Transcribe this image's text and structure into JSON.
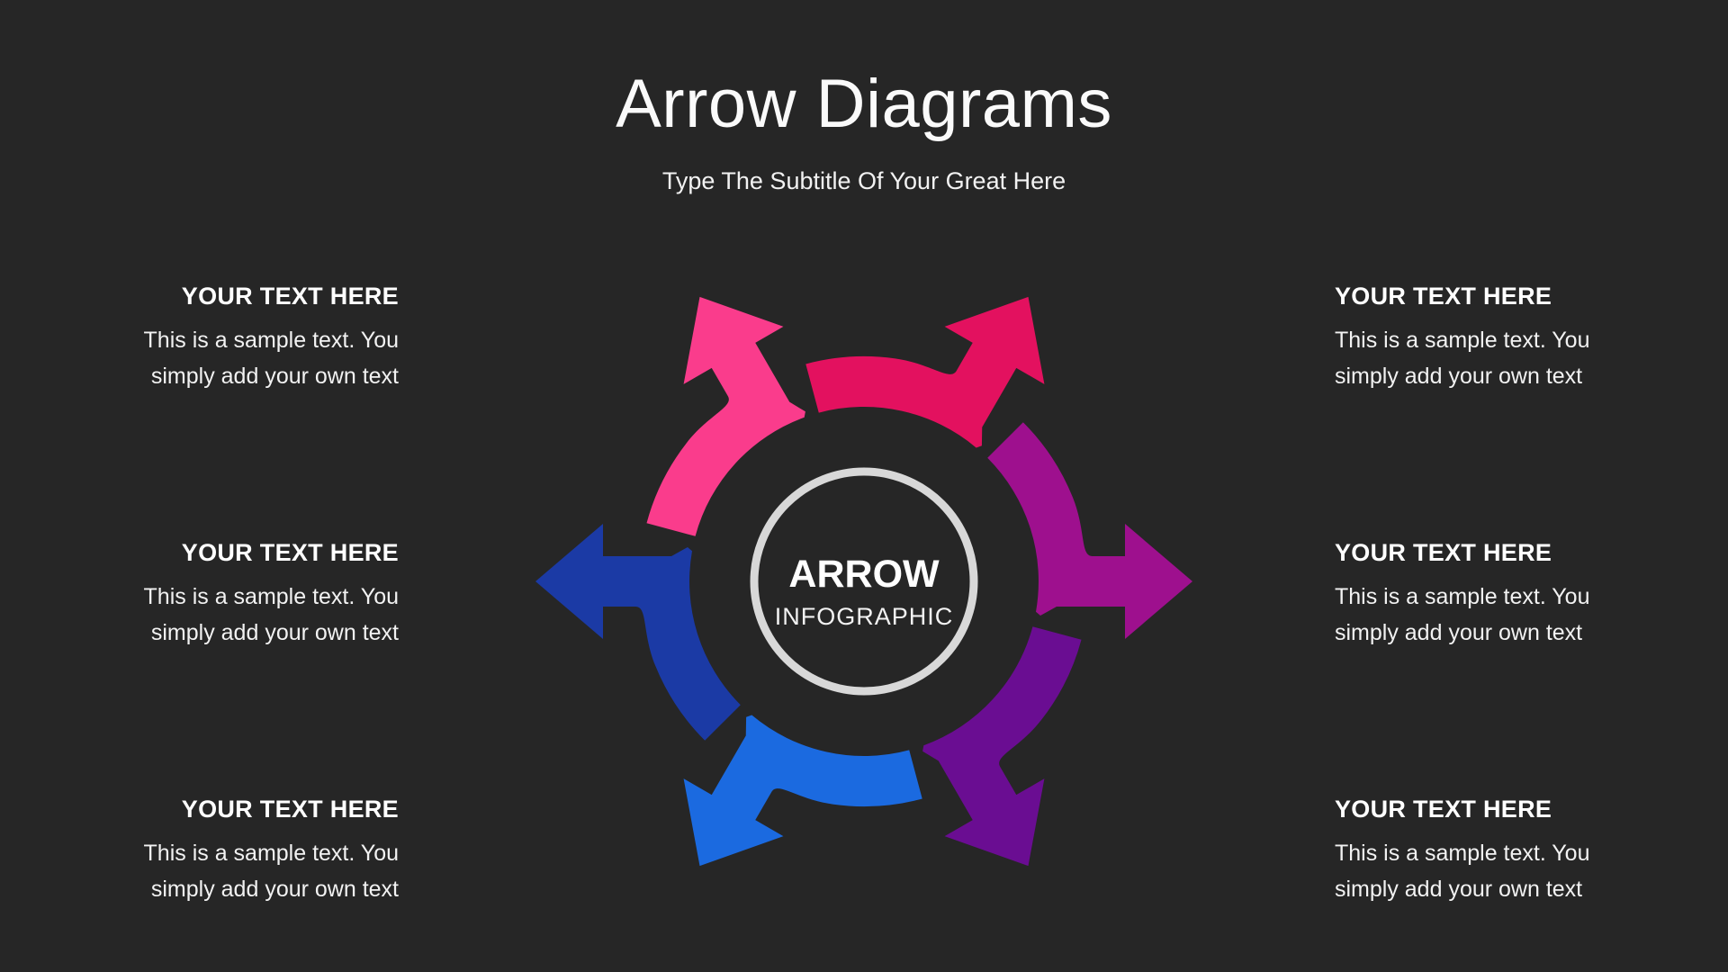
{
  "slide": {
    "background_color": "#262626",
    "title": "Arrow Diagrams",
    "subtitle": "Type The Subtitle Of Your Great Here"
  },
  "diagram": {
    "center_label_primary": "ARROW",
    "center_label_secondary": "INFOGRAPHIC",
    "ring_color": "#D8D8D8",
    "arrows": [
      {
        "position": "top-left",
        "points": "up-left",
        "color": "#FA3C8C"
      },
      {
        "position": "top-right",
        "points": "up-right",
        "color": "#E3115F"
      },
      {
        "position": "right",
        "points": "right",
        "color": "#9E108E"
      },
      {
        "position": "bottom-right",
        "points": "down-right",
        "color": "#6A0D92"
      },
      {
        "position": "bottom-left",
        "points": "down-left",
        "color": "#1B6AE0"
      },
      {
        "position": "left",
        "points": "left",
        "color": "#1B3AA5"
      }
    ]
  },
  "sections": {
    "left": [
      {
        "heading": "YOUR TEXT HERE",
        "body": "This is a sample text. You\nsimply add your own text"
      },
      {
        "heading": "YOUR TEXT HERE",
        "body": "This is a sample text. You\nsimply add your own text"
      },
      {
        "heading": "YOUR TEXT HERE",
        "body": "This is a sample text. You\nsimply add your own text"
      }
    ],
    "right": [
      {
        "heading": "YOUR TEXT HERE",
        "body": "This is a sample text. You\nsimply add your own text"
      },
      {
        "heading": "YOUR TEXT HERE",
        "body": "This is a sample text. You\nsimply add your own text"
      },
      {
        "heading": "YOUR TEXT HERE",
        "body": "This is a sample text. You\nsimply add your own text"
      }
    ]
  }
}
